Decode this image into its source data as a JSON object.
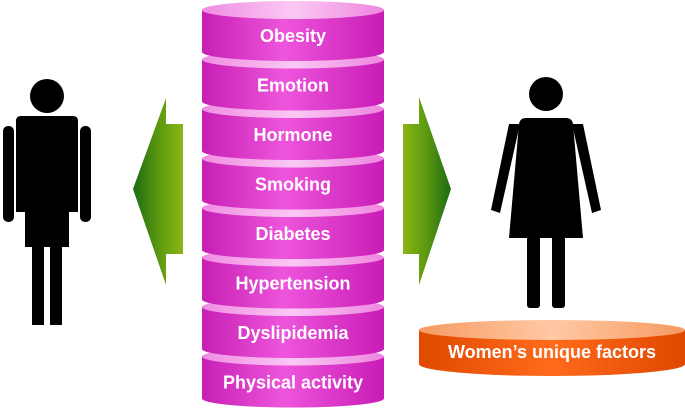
{
  "factors": [
    "Obesity",
    "Emotion",
    "Hormone",
    "Smoking",
    "Diabetes",
    "Hypertension",
    "Dyslipidemia",
    "Physical activity"
  ],
  "unique_label": "Women’s unique factors",
  "icons": {
    "male": "male-figure-icon",
    "female": "female-figure-icon",
    "arrow_left": "arrow-left-icon",
    "arrow_right": "arrow-right-icon"
  },
  "colors": {
    "stack_pink": "#e43fd0",
    "stack_top": "#f6a8ec",
    "unique_orange": "#f05a10",
    "arrow_green": "#5e9a10",
    "figure_black": "#000000"
  }
}
